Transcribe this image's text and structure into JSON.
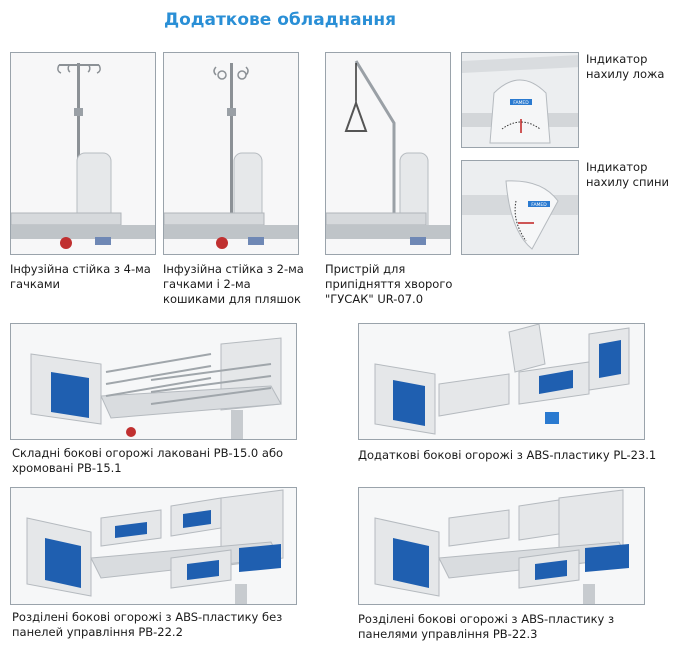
{
  "page": {
    "title": "Додаткове обладнання"
  },
  "items": [
    {
      "caption_lines": [
        "Інфузійна стійка з 4-ма",
        "гачками"
      ]
    },
    {
      "caption_lines": [
        "Інфузійна стійка з 2-ма",
        "гачками і 2-ма",
        "кошиками для пляшок"
      ]
    },
    {
      "caption_lines": [
        "Пристрій для",
        "припідняття хворого",
        "\"ГУСАК\" UR-07.0"
      ]
    },
    {
      "caption_lines": [
        "Індикатор",
        "нахилу ложа"
      ]
    },
    {
      "caption_lines": [
        "Індикатор",
        "нахилу спини"
      ]
    },
    {
      "caption_lines": [
        "Складні бокові огорожі лаковані PB-15.0 або",
        "хромовані PB-15.1"
      ]
    },
    {
      "caption_lines": [
        "Додаткові бокові огорожі з ABS-пластику PL-23.1"
      ]
    },
    {
      "caption_lines": [
        "Розділені бокові огорожі з ABS-пластику без",
        "панелей управління PB-22.2"
      ]
    },
    {
      "caption_lines": [
        "Розділені бокові огорожі з ABS-пластику з",
        "панелями управління PB-22.3"
      ]
    }
  ],
  "brand_label": "FAMED",
  "colors": {
    "title": "#2a8fd6",
    "panel_blue": "#1f5fb0",
    "frame_grey": "#c8ccd0"
  }
}
